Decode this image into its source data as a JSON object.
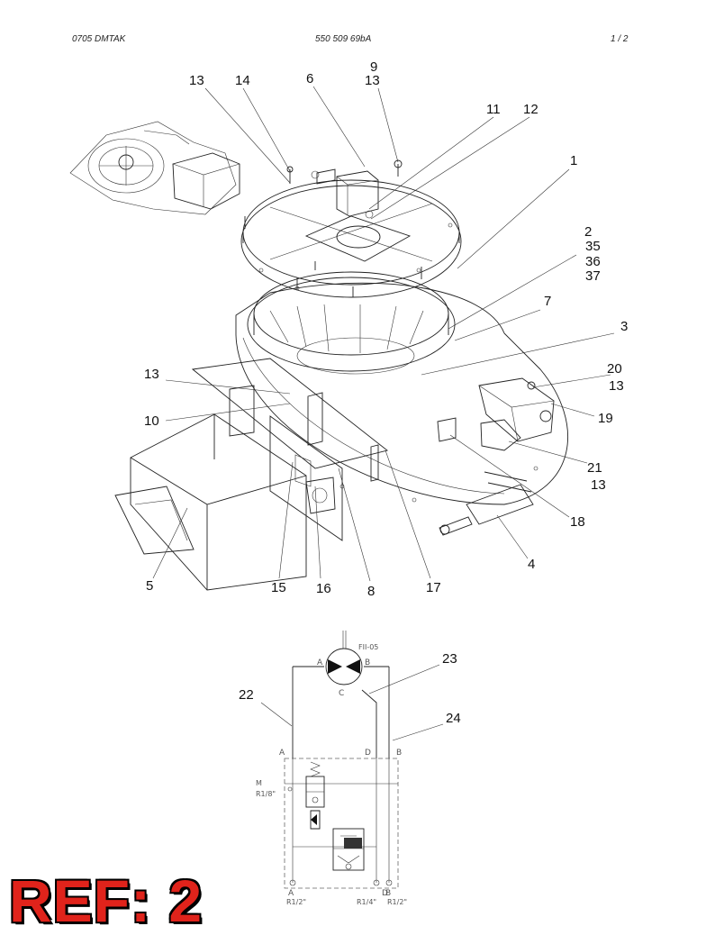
{
  "header": {
    "left": "0705 DMTAK",
    "center": "550 509 69bA",
    "right": "1 /   2"
  },
  "callouts": {
    "c1": "1",
    "c2": "2",
    "c35": "35",
    "c36": "36",
    "c37": "37",
    "c3": "3",
    "c4": "4",
    "c5": "5",
    "c6": "6",
    "c7": "7",
    "c8": "8",
    "c9": "9",
    "c10": "10",
    "c11": "11",
    "c12": "12",
    "c13": "13",
    "c14": "14",
    "c15": "15",
    "c16": "16",
    "c17": "17",
    "c18": "18",
    "c19": "19",
    "c20": "20",
    "c21": "21",
    "c22": "22",
    "c23": "23",
    "c24": "24"
  },
  "schematic": {
    "motor_tag": "FII-05",
    "port_a": "A",
    "port_b": "B",
    "port_c": "C",
    "port_d": "D",
    "m_label": "M",
    "m_thread": "R1/8\"",
    "thread_a": "R1/2\"",
    "thread_d": "R1/4\"",
    "thread_b": "R1/2\""
  },
  "ref_label": "REF: 2"
}
